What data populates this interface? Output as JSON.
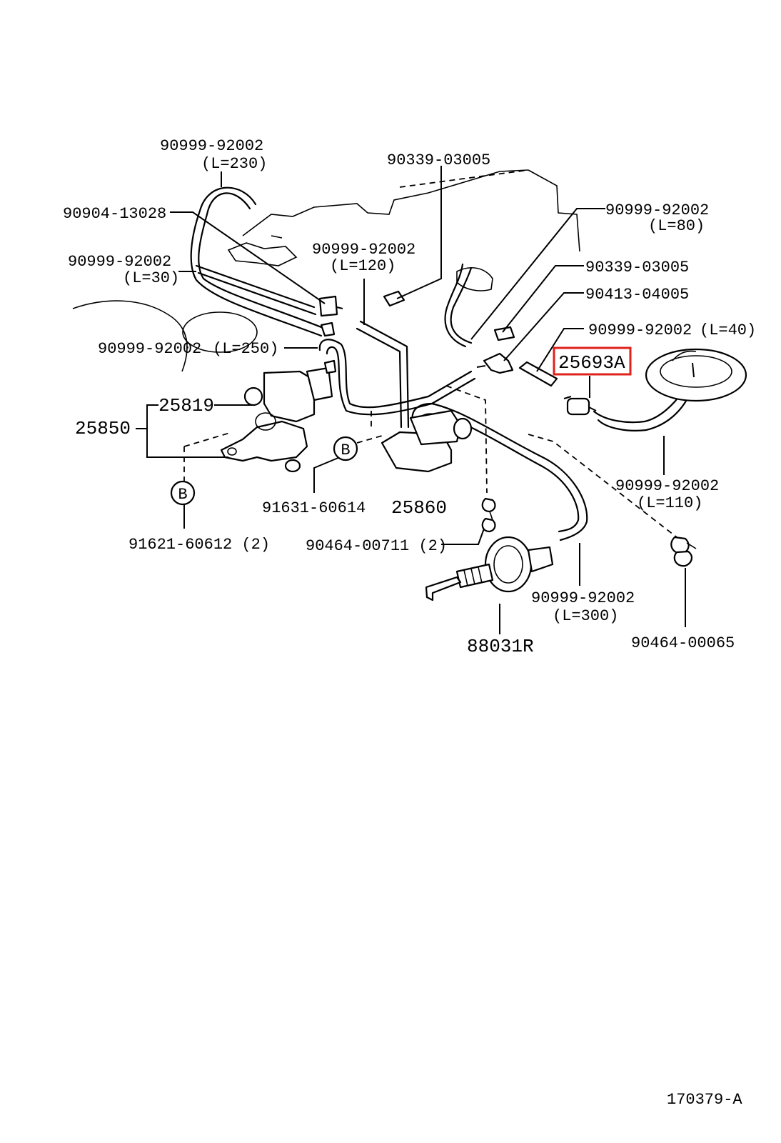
{
  "labels": {
    "hose_230_pn": "90999-92002",
    "hose_230_len": "(L=230)",
    "clamp_13028": "90904-13028",
    "hose_30_pn": "90999-92002",
    "hose_30_len": "(L=30)",
    "hose_250_pn": "90999-92002",
    "hose_250_len": "(L=250)",
    "plug_03005_top": "90339-03005",
    "hose_120_pn": "90999-92002",
    "hose_120_len": "(L=120)",
    "hose_80_pn": "90999-92002",
    "hose_80_len": "(L=80)",
    "plug_03005_right": "90339-03005",
    "union_04005": "90413-04005",
    "hose_40_pn": "90999-92002",
    "hose_40_len": "(L=40)",
    "valve_25693A": "25693A",
    "hose_110_pn": "90999-92002",
    "hose_110_len": "(L=110)",
    "vsv_25819": "25819",
    "vsv_assy_25850": "25850",
    "bolt_60614": "91631-60614",
    "vsv_25860": "25860",
    "bolt_60612": "91621-60612 (2)",
    "clip_00711": "90464-00711 (2)",
    "hose_300_pn": "90999-92002",
    "hose_300_len": "(L=300)",
    "actuator_88031R": "88031R",
    "clip_00065": "90464-00065",
    "callout_b_left": "B",
    "callout_b_mid": "B"
  },
  "figure_id": "170379-A",
  "highlight": {
    "part": "25693A",
    "color": "#e0201b"
  }
}
